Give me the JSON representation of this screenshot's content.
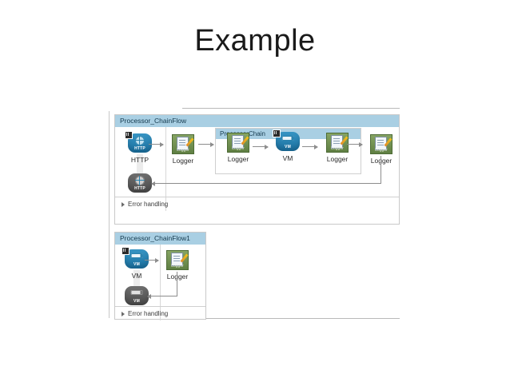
{
  "slide": {
    "title": "Example"
  },
  "screenshot": {
    "flows": [
      {
        "name": "Processor_ChainFlow",
        "error_handling_label": "Error handling",
        "error_handling_expander": "collapsed-triangle-icon",
        "source": {
          "label": "HTTP",
          "icon": "http-endpoint-icon",
          "kind": "endpoint-blue"
        },
        "response": {
          "label": "HTTP",
          "icon": "http-endpoint-icon",
          "kind": "endpoint-grey"
        },
        "nodes": [
          {
            "label": "Logger",
            "icon": "logger-processor-icon",
            "kind": "processor"
          },
          {
            "label": "Logger",
            "icon": "logger-processor-icon",
            "kind": "processor"
          },
          {
            "label": "VM",
            "icon": "vm-connector-icon",
            "kind": "endpoint-blue"
          },
          {
            "label": "Logger",
            "icon": "logger-processor-icon",
            "kind": "processor"
          },
          {
            "label": "Logger",
            "icon": "logger-processor-icon",
            "kind": "processor"
          }
        ],
        "sub_container": {
          "name": "ProcessorChain",
          "members": [
            "Logger",
            "VM",
            "Logger"
          ]
        }
      },
      {
        "name": "Processor_ChainFlow1",
        "error_handling_label": "Error handling",
        "error_handling_expander": "collapsed-triangle-icon",
        "source": {
          "label": "VM",
          "icon": "vm-endpoint-icon",
          "kind": "endpoint-blue"
        },
        "response": {
          "label": "VM",
          "icon": "vm-endpoint-icon",
          "kind": "endpoint-grey"
        },
        "nodes": [
          {
            "label": "Logger",
            "icon": "logger-processor-icon",
            "kind": "processor"
          }
        ]
      }
    ],
    "colors": {
      "flow_header": "#a9cfe3",
      "processor_green": "#6f8e4e",
      "endpoint_blue": "#2b82ad",
      "endpoint_grey": "#5b5b5b",
      "connector_grey": "#8d8d8d"
    }
  }
}
